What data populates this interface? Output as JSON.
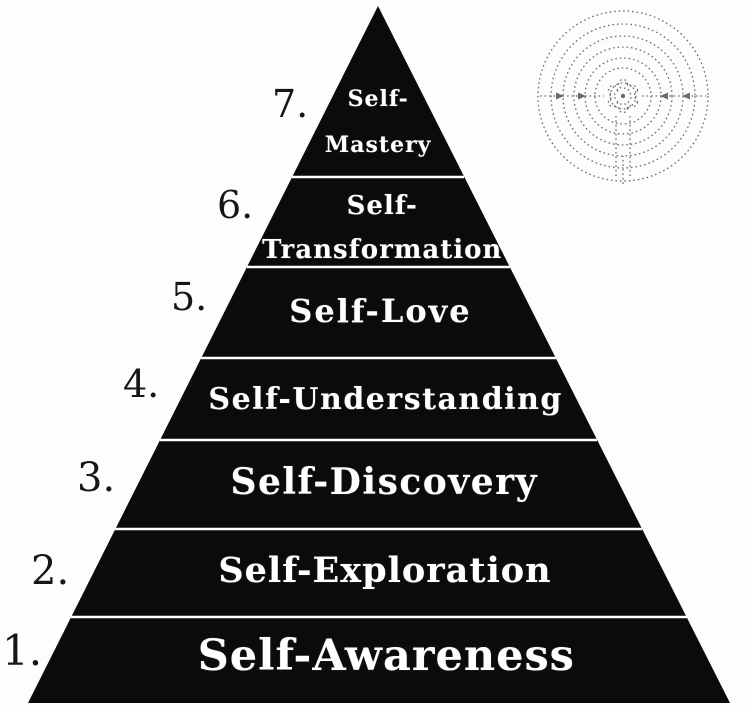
{
  "diagram": {
    "levels": [
      {
        "number": "7.",
        "lines": [
          "Self-",
          "Mastery"
        ]
      },
      {
        "number": "6.",
        "lines": [
          "Self-",
          "Transformation"
        ]
      },
      {
        "number": "5.",
        "lines": [
          "Self-Love"
        ]
      },
      {
        "number": "4.",
        "lines": [
          "Self-Understanding"
        ]
      },
      {
        "number": "3.",
        "lines": [
          "Self-Discovery"
        ]
      },
      {
        "number": "2.",
        "lines": [
          "Self-Exploration"
        ]
      },
      {
        "number": "1.",
        "lines": [
          "Self-Awareness"
        ]
      }
    ],
    "icons": {
      "labyrinth": "chartres-labyrinth-symbol"
    },
    "colors": {
      "pyramid_fill": "#0c0a0b",
      "level_text": "#ffffff",
      "divider_line": "#ffffff",
      "number_text": "#161616",
      "background": "#fdfdfd",
      "labyrinth_stroke": "#6b6b6b"
    }
  }
}
